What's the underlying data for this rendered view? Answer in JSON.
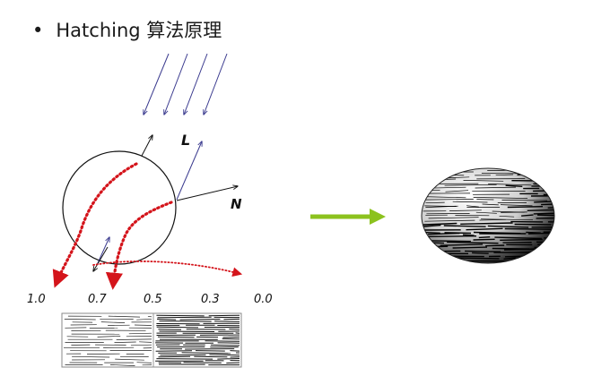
{
  "title": {
    "bullet": "•",
    "text": "Hatching 算法原理"
  },
  "labels": {
    "light": "L",
    "normal": "N"
  },
  "tone_scale": [
    "1.0",
    "0.7",
    "0.5",
    "0.3",
    "0.0"
  ],
  "colors": {
    "light_rays": "#3b3b8f",
    "red_dotted": "#d4141b",
    "arrow": "#8cc21e",
    "outline": "#111111"
  },
  "icons": {
    "transform_arrow": "right-arrow-icon"
  }
}
